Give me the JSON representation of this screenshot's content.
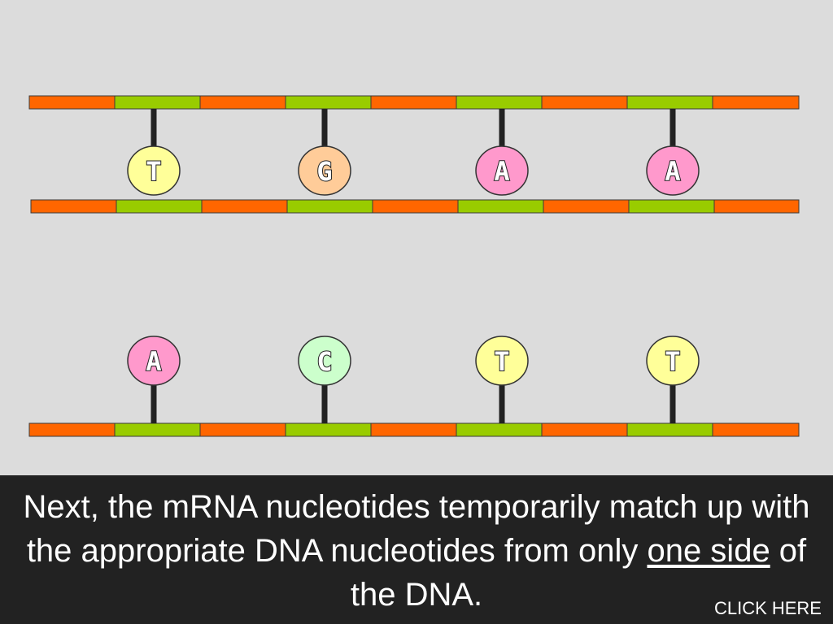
{
  "colors": {
    "background": "#dcdcdc",
    "strand_orange": "#ff6600",
    "strand_green": "#99cc00",
    "connector": "#222222",
    "caption_bg": "#222222",
    "caption_text": "#ffffff",
    "bases": {
      "A": "#ff99cc",
      "T": "#ffff99",
      "G": "#ffcc99",
      "C": "#ccffcc"
    }
  },
  "dna": {
    "top_strand_bases": [
      "T",
      "G",
      "A",
      "A"
    ]
  },
  "mrna": {
    "bases": [
      "A",
      "C",
      "T",
      "T"
    ]
  },
  "caption": {
    "part1": "Next, the mRNA nucleotides temporarily match up with the appropriate DNA nucleotides from only ",
    "emphasis": "one side",
    "part2": " of the DNA."
  },
  "nav": {
    "click_here": "CLICK HERE"
  }
}
